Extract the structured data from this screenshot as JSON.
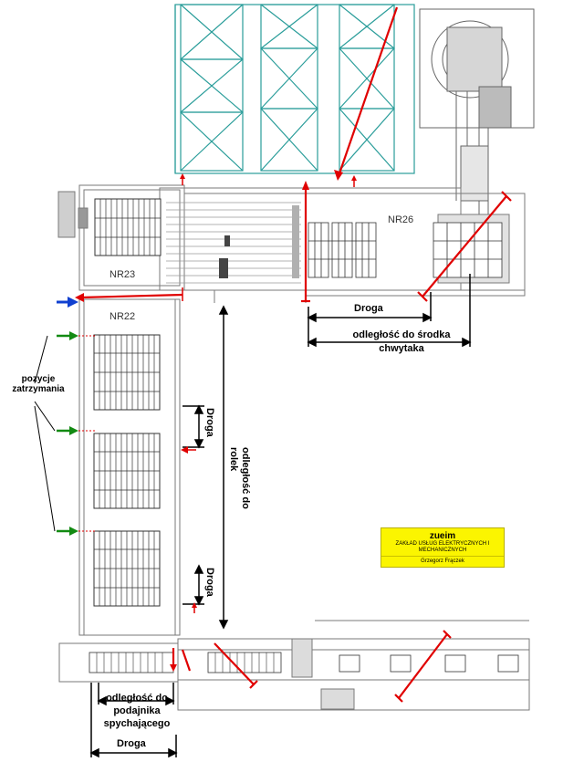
{
  "zones": {
    "nr23": "NR23",
    "nr22": "NR22",
    "nr26": "NR26"
  },
  "labels": {
    "stop_positions": "pozycje zatrzymania",
    "road_nr26": "Droga",
    "distance_gripper_center": "odległość do środka chwytaka",
    "road_vertical_upper": "Droga",
    "distance_to_rollers": "odległość do rolek",
    "road_vertical_lower": "Droga",
    "distance_to_pusher_feeder": "odległość do podajnika spychającego",
    "road_bottom": "Droga"
  },
  "logo": {
    "brand": "zueim",
    "company": "ZAKŁAD USŁUG ELEKTRYCZNYCH I MECHANICZNYCH",
    "author": "Grzegorz Frączek"
  },
  "colors": {
    "rack": "#2a9d9a",
    "drawing": "#7a7a7a",
    "marker_red": "#e00000",
    "marker_green": "#128a12",
    "marker_blue": "#1040d0",
    "logo_bg": "#fbf500"
  }
}
